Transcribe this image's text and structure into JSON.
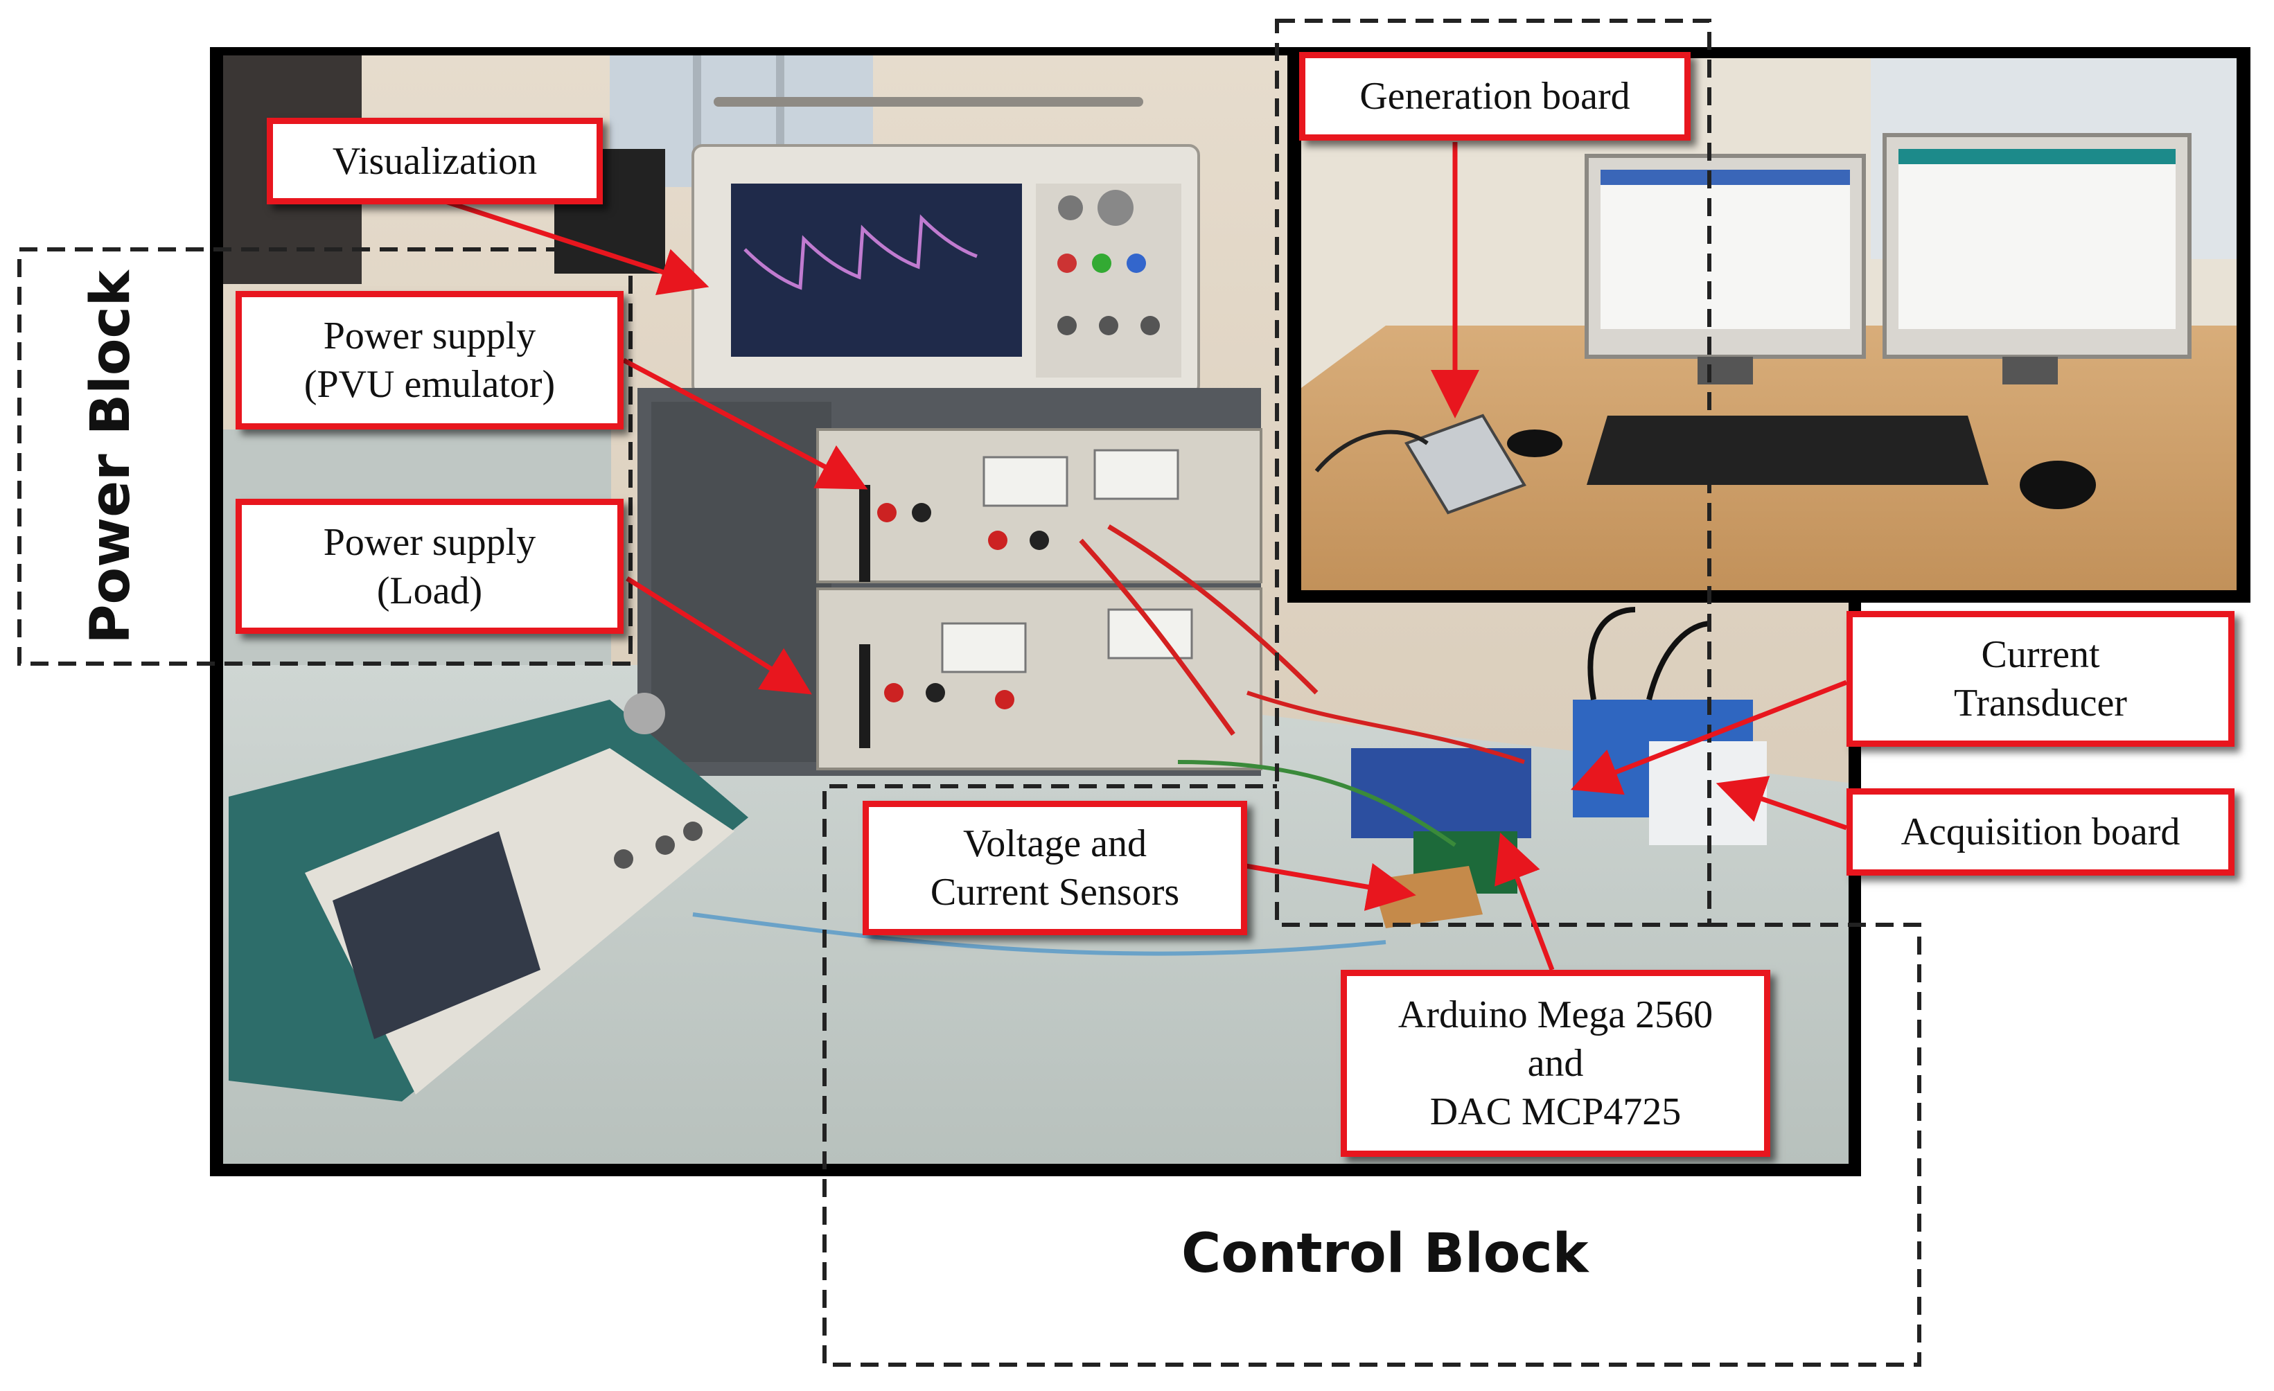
{
  "labels": {
    "visualization": "Visualization",
    "power_supply_pvu": [
      "Power supply",
      "(PVU emulator)"
    ],
    "power_supply_load": [
      "Power supply",
      "(Load)"
    ],
    "generation_board": "Generation board",
    "current_transducer": [
      "Current",
      "Transducer"
    ],
    "acquisition_board": "Acquisition board",
    "voltage_current_sensors": [
      "Voltage and",
      "Current Sensors"
    ],
    "arduino_dac": [
      "Arduino Mega 2560",
      "and",
      "DAC MCP4725"
    ]
  },
  "blocks": {
    "power": "Power Block",
    "control": "Control Block"
  },
  "colors": {
    "label_border": "#e8161e",
    "arrow": "#e8161e",
    "photo_frame": "#000000",
    "dashed_region": "#222222"
  }
}
